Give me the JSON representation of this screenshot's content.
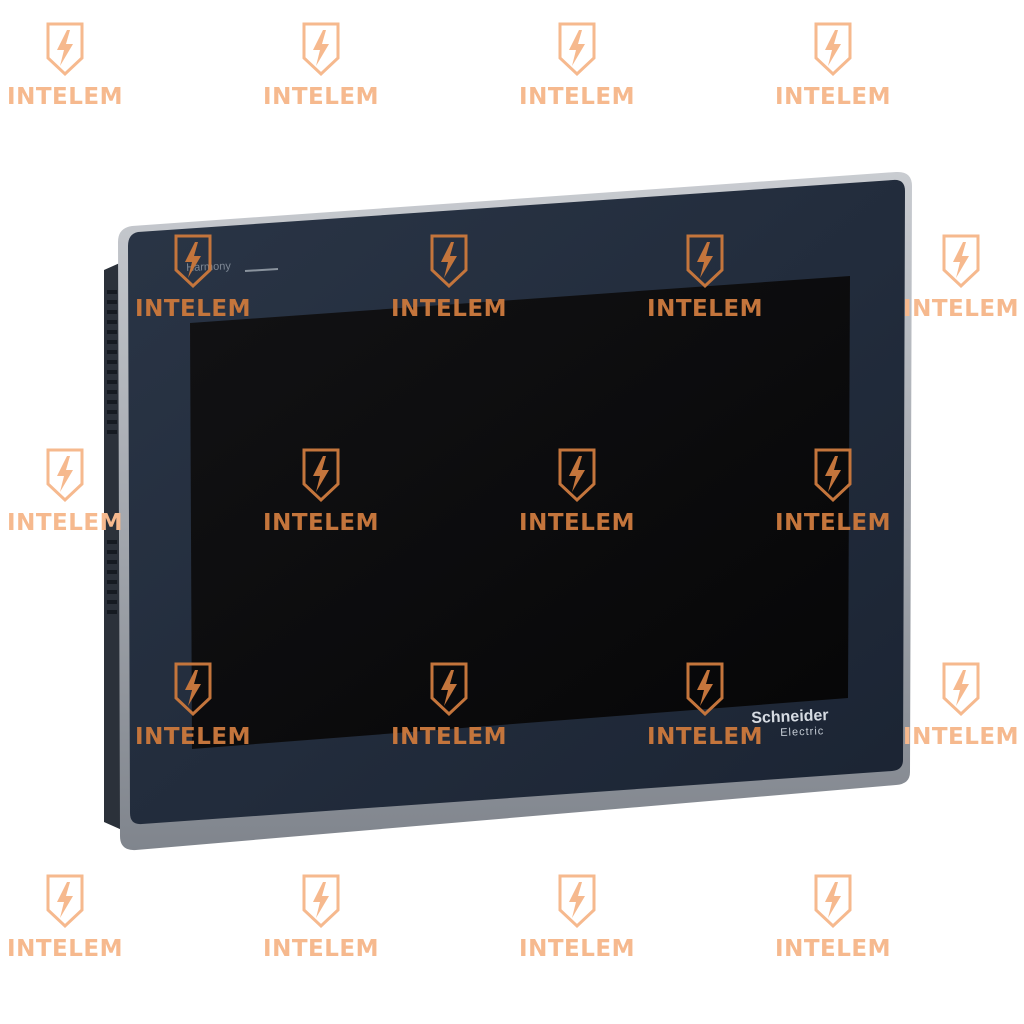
{
  "device": {
    "model_label": "Harmony",
    "brand_name": "Schneider",
    "brand_sub": "Electric",
    "bezel_color": "#1f2a3a",
    "screen_color": "#0b0b0c",
    "frame_color": "#9aa0a8"
  },
  "watermark": {
    "text": "INTELEM",
    "icon": "lightning-shield-icon",
    "color_light": "#f6b98e",
    "color_dark": "#c4753c"
  }
}
